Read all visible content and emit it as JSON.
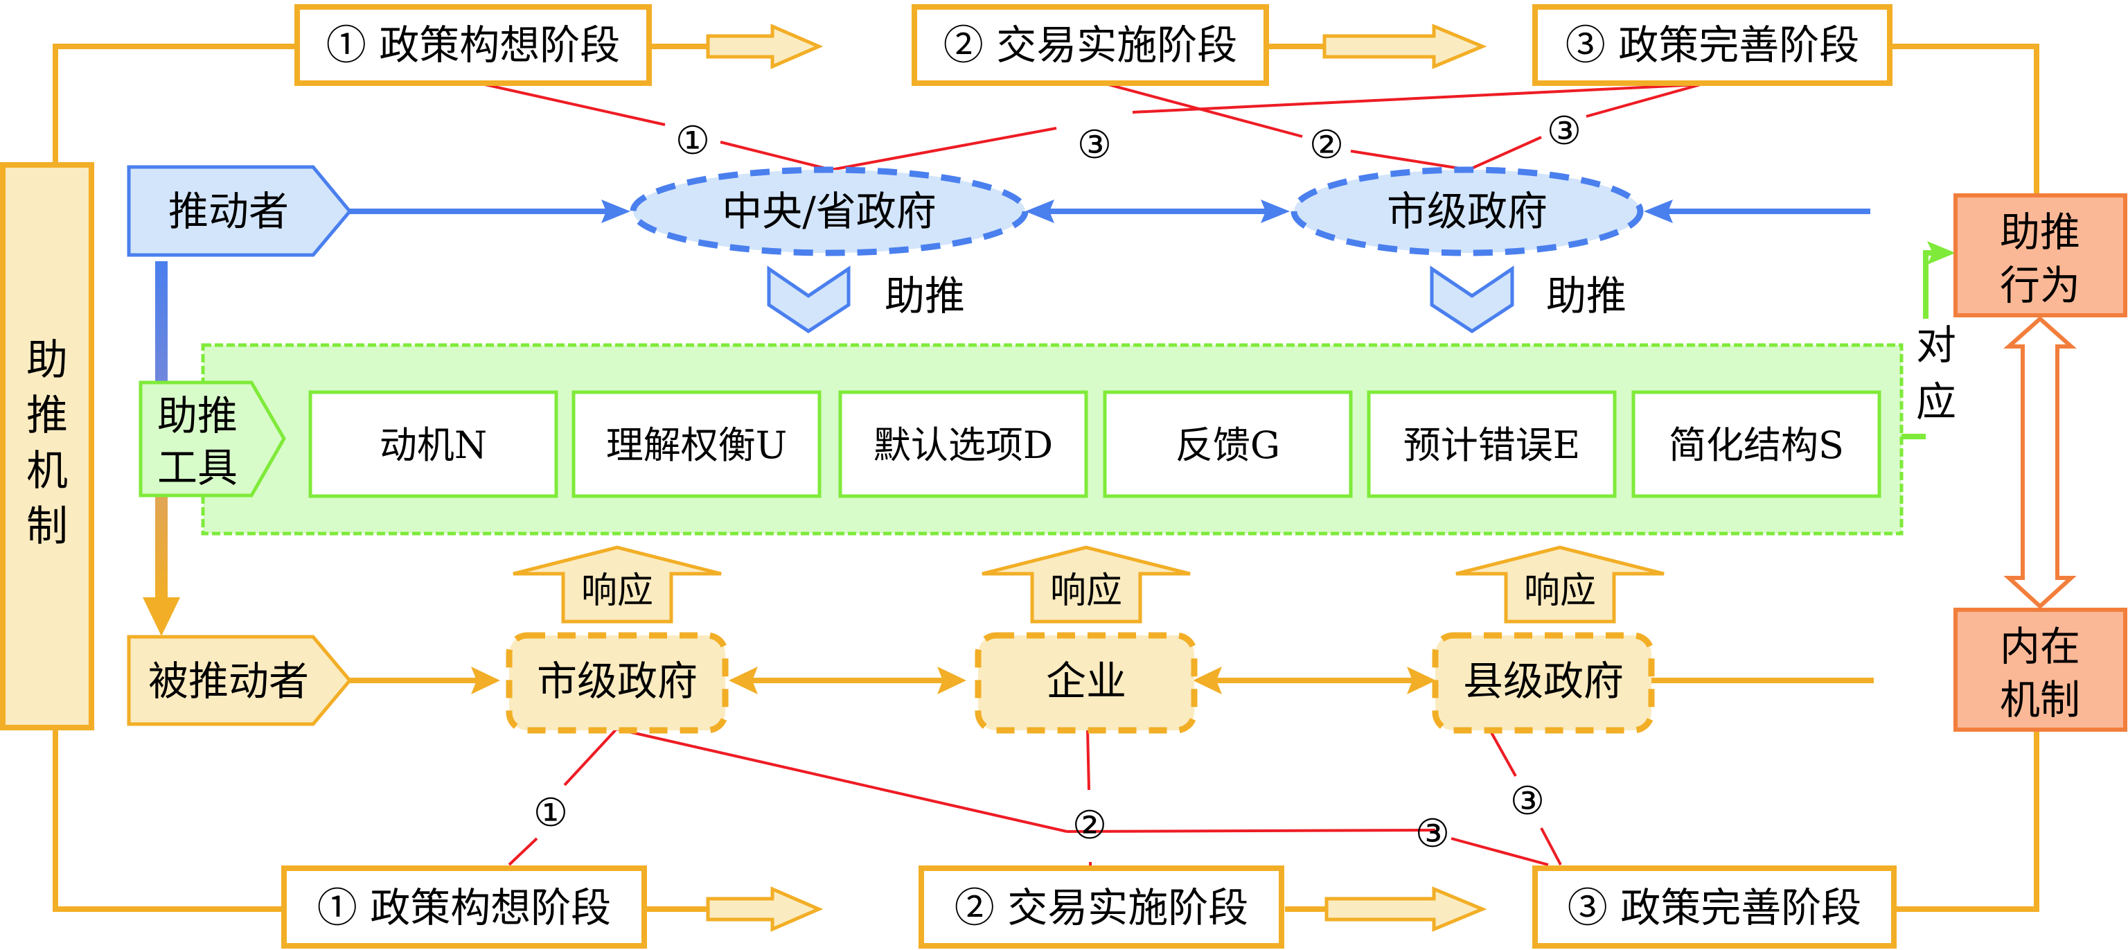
{
  "colors": {
    "orange": "#F2AE26",
    "orange_fill": "#FBEBC0",
    "blue": "#4A7FEE",
    "blue_fill": "#D3E5FB",
    "green": "#7FEA3A",
    "green_fill": "#D8FCC9",
    "red": "#EE1C24",
    "salmon_fill": "#FBB896",
    "salmon_border": "#F27E3C"
  },
  "top_stages": [
    {
      "label": "① 政策构想阶段"
    },
    {
      "label": "② 交易实施阶段"
    },
    {
      "label": "③ 政策完善阶段"
    }
  ],
  "bottom_stages": [
    {
      "label": "① 政策构想阶段"
    },
    {
      "label": "② 交易实施阶段"
    },
    {
      "label": "③ 政策完善阶段"
    }
  ],
  "left_bar": {
    "label": [
      "助",
      "推",
      "机",
      "制"
    ]
  },
  "pusher": {
    "label": "推动者",
    "nodes": [
      "中央/省政府",
      "市级政府"
    ],
    "nudge_label": "助推"
  },
  "tools": {
    "label": [
      "助推",
      "工具"
    ],
    "items": [
      "动机N",
      "理解权衡U",
      "默认选项D",
      "反馈G",
      "预计错误E",
      "简化结构S"
    ],
    "correspond_label": [
      "对",
      "应"
    ]
  },
  "pushed": {
    "label": "被推动者",
    "nodes": [
      "市级政府",
      "企业",
      "县级政府"
    ],
    "response_label": "响应"
  },
  "right_boxes": {
    "behavior": [
      "助推",
      "行为"
    ],
    "mechanism": [
      "内在",
      "机制"
    ]
  },
  "link_markers": {
    "top": [
      "①",
      "③",
      "②",
      "③"
    ],
    "bottom": [
      "①",
      "②",
      "③",
      "③"
    ]
  }
}
